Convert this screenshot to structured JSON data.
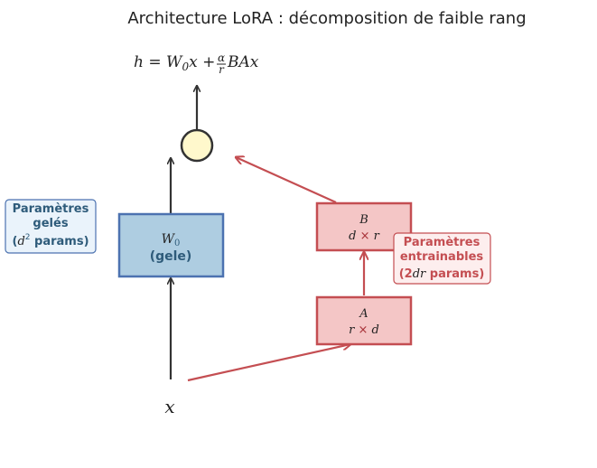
{
  "title": "Architecture LoRA : décomposition de faible rang",
  "formula": {
    "h": "h",
    "eq": " = ",
    "W": "W",
    "W_sub": "0",
    "x1": "x",
    "plus": " + ",
    "alpha": "α",
    "r": "r",
    "BAx": "BAx"
  },
  "input_label": "x",
  "w0_box": {
    "name": "W",
    "name_sub": "0",
    "status": "(gele)"
  },
  "b_box": {
    "name": "B",
    "dim_d": "d",
    "dim_times": " × ",
    "dim_r": "r"
  },
  "a_box": {
    "name": "A",
    "dim_r": "r",
    "dim_times": " × ",
    "dim_d": "d"
  },
  "frozen_note": {
    "line1": "Paramètres",
    "line2": "gelés",
    "line3_open": "(",
    "line3_d": "d",
    "line3_sup": "2",
    "line3_close": " params)"
  },
  "trainable_note": {
    "line1": "Paramètres",
    "line2": "entrainables",
    "line3_open": "(2",
    "line3_dr": "dr",
    "line3_close": " params)"
  },
  "colors": {
    "frozen_fill": "#aecde1",
    "frozen_stroke": "#4c72b0",
    "frozen_text": "#2e5b7a",
    "trainable_fill": "#f4c6c6",
    "trainable_stroke": "#c44e52",
    "trainable_text": "#a83238",
    "sum_fill": "#fff8cc",
    "arrow_dark": "#333333"
  }
}
